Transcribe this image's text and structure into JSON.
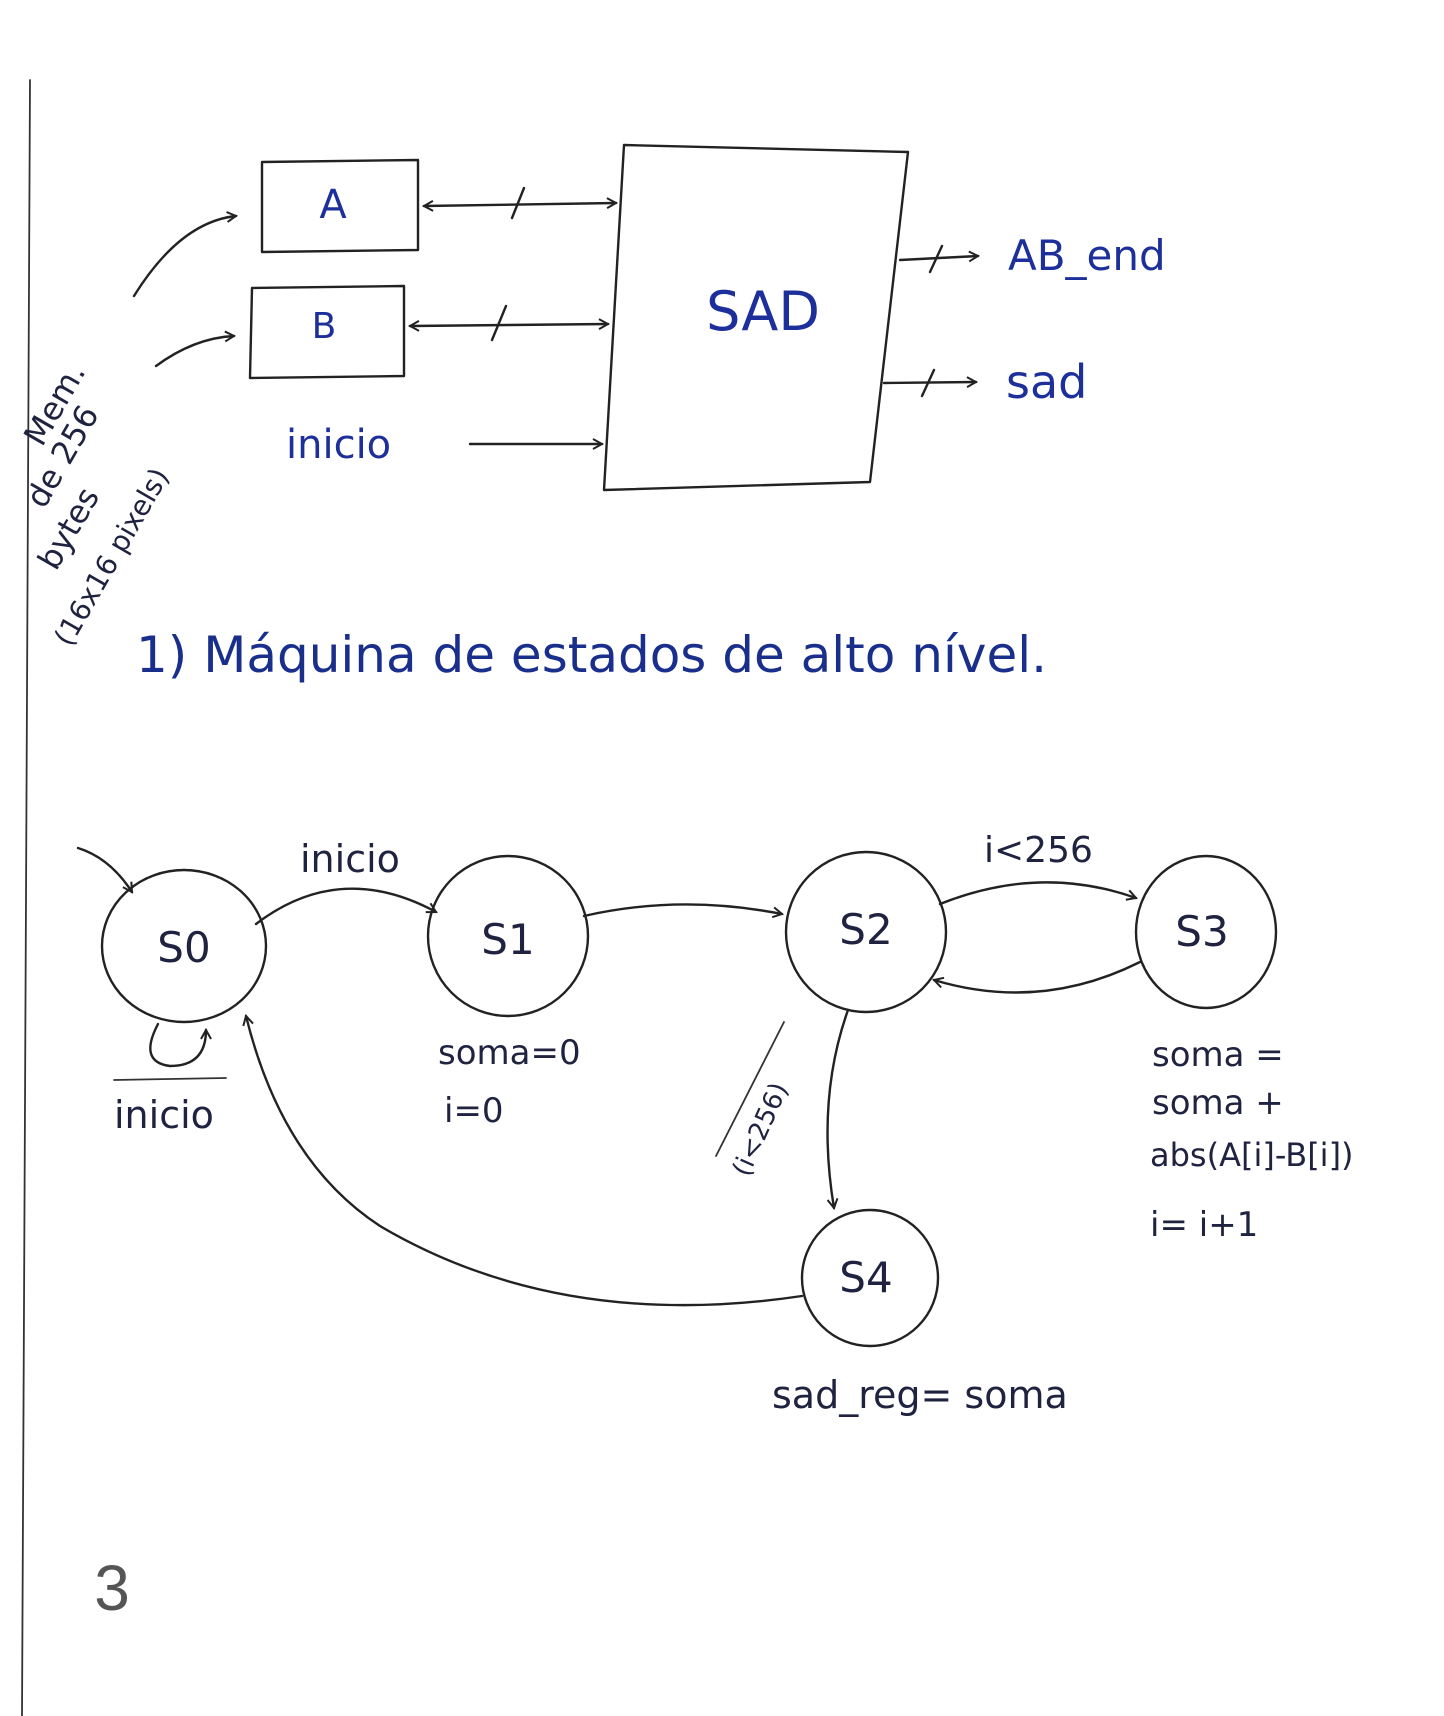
{
  "block_diagram": {
    "reg_a": "A",
    "reg_b": "B",
    "block": "SAD",
    "out_ab_end": "AB_end",
    "out_sad": "sad",
    "in_inicio": "inicio",
    "mem_note": [
      "Mem.",
      "de 256",
      "bytes",
      "(16x16 pixels)"
    ]
  },
  "section_title": "1) Máquina de estados de alto nível.",
  "fsm": {
    "states": [
      "S0",
      "S1",
      "S2",
      "S3",
      "S4"
    ],
    "transitions": {
      "s0_s1": "inicio",
      "s0_self": "inicio",
      "s2_s3": "i<256",
      "s2_s4": "(i<256)"
    },
    "actions": {
      "s1": [
        "soma=0",
        "i=0"
      ],
      "s3": [
        "soma =",
        "soma +",
        "abs(A[i]-B[i])",
        "i= i+1"
      ],
      "s4": "sad_reg= soma"
    }
  },
  "page_number": "3"
}
